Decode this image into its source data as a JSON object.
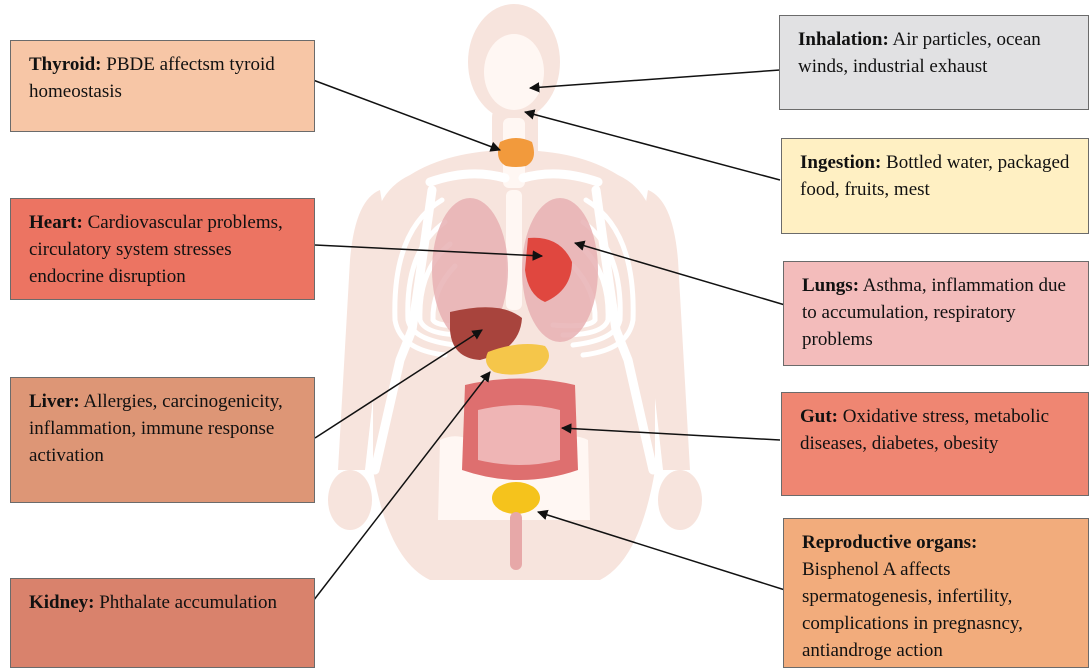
{
  "boxes": {
    "thyroid": {
      "title": "Thyroid:",
      "text": "PBDE affectsm tyroid homeostasis",
      "color": "#f7c6a6"
    },
    "heart": {
      "title": "Heart:",
      "text": "Cardiovascular problems, circulatory system stresses endocrine disruption",
      "color": "#ec7462"
    },
    "liver": {
      "title": "Liver:",
      "text": "Allergies, carcinogenicity, inflammation, immune response activation",
      "color": "#dd9676"
    },
    "kidney": {
      "title": "Kidney:",
      "text": "Phthalate accumulation",
      "color": "#d9826c"
    },
    "inhalation": {
      "title": "Inhalation:",
      "text": "Air particles, ocean winds, industrial exhaust",
      "color": "#e1e1e3"
    },
    "ingestion": {
      "title": "Ingestion:",
      "text": "Bottled water, packaged food, fruits, mest",
      "color": "#fff0c3"
    },
    "lungs": {
      "title": "Lungs:",
      "text": "Asthma, inflammation due to accumulation, respiratory problems",
      "color": "#f3bcbb"
    },
    "gut": {
      "title": "Gut:",
      "text": "Oxidative stress, metabolic diseases, diabetes, obesity",
      "color": "#ef8672"
    },
    "reproductive": {
      "title": "Reproductive organs:",
      "text": "Bisphenol  A affects spermatogenesis, infertility, complications in pregnasncy, antiandroge action",
      "color": "#f2ac7c"
    }
  },
  "colors": {
    "skin": "#f7e4dd",
    "bone": "#ead0c8",
    "rib": "#f9eee9",
    "thyroid_organ": "#f29a3c",
    "heart_organ": "#e0473f",
    "lung_organ": "#e7b0b3",
    "liver_organ": "#a8443d",
    "pancreas_organ": "#f5c64a",
    "intestine_organ": "#de6f6f",
    "bladder_organ": "#f5c31c",
    "arrow": "#111111"
  }
}
